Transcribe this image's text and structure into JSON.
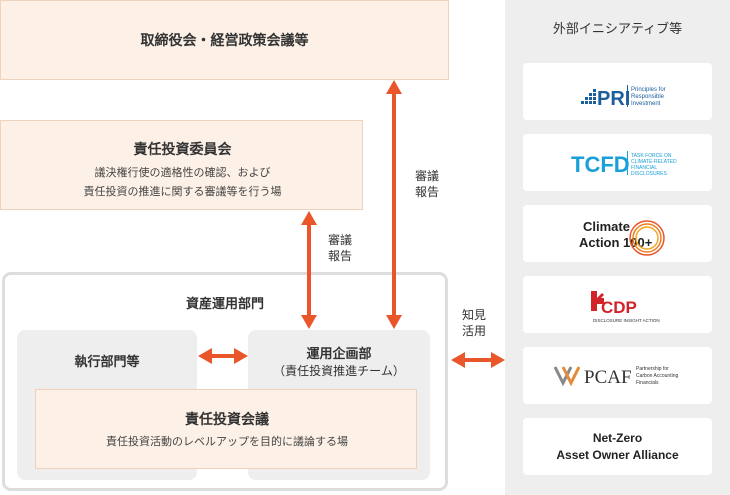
{
  "board": {
    "title": "取締役会・経営政策会議等"
  },
  "committee": {
    "title": "責任投資委員会",
    "desc_line1": "議決権行使の適格性の確認、および",
    "desc_line2": "責任投資の推進に関する審議等を行う場"
  },
  "asset_dept": {
    "title": "資産運用部門"
  },
  "exec_dept": {
    "title": "執行部門等"
  },
  "planning_dept": {
    "title": "運用企画部",
    "subtitle": "（責任投資推進チーム）"
  },
  "council": {
    "title": "責任投資会議",
    "desc": "責任投資活動のレベルアップを目的に議論する場"
  },
  "arrow_labels": {
    "board_line1": "審議",
    "board_line2": "報告",
    "committee_line1": "審議",
    "committee_line2": "報告",
    "external_line1": "知見",
    "external_line2": "活用"
  },
  "external": {
    "title": "外部イニシアティブ等",
    "pri": {
      "mark": "PRI",
      "line1": "Principles for",
      "line2": "Responsible",
      "line3": "Investment"
    },
    "tcfd": {
      "mark": "TCFD",
      "line1": "TASK FORCE ON",
      "line2": "CLIMATE-RELATED",
      "line3": "FINANCIAL",
      "line4": "DISCLOSURES"
    },
    "ca100": {
      "line1": "Climate",
      "line2": "Action 100+"
    },
    "cdp": {
      "mark": "CDP",
      "tagline": "DISCLOSURE INSIGHT ACTION"
    },
    "pcaf": {
      "mark": "PCAF",
      "line1": "Partnership for",
      "line2": "Carbon Accounting",
      "line3": "Financials"
    },
    "nzaoa": {
      "line1": "Net-Zero",
      "line2": "Asset Owner Alliance"
    }
  },
  "colors": {
    "accent": "#e8562a",
    "peach": "#fdf1e7",
    "gray_panel": "#eeeeee",
    "pri_blue": "#1b5e9a",
    "tcfd_blue": "#1aa0d8",
    "cdp_red": "#d2232a"
  }
}
